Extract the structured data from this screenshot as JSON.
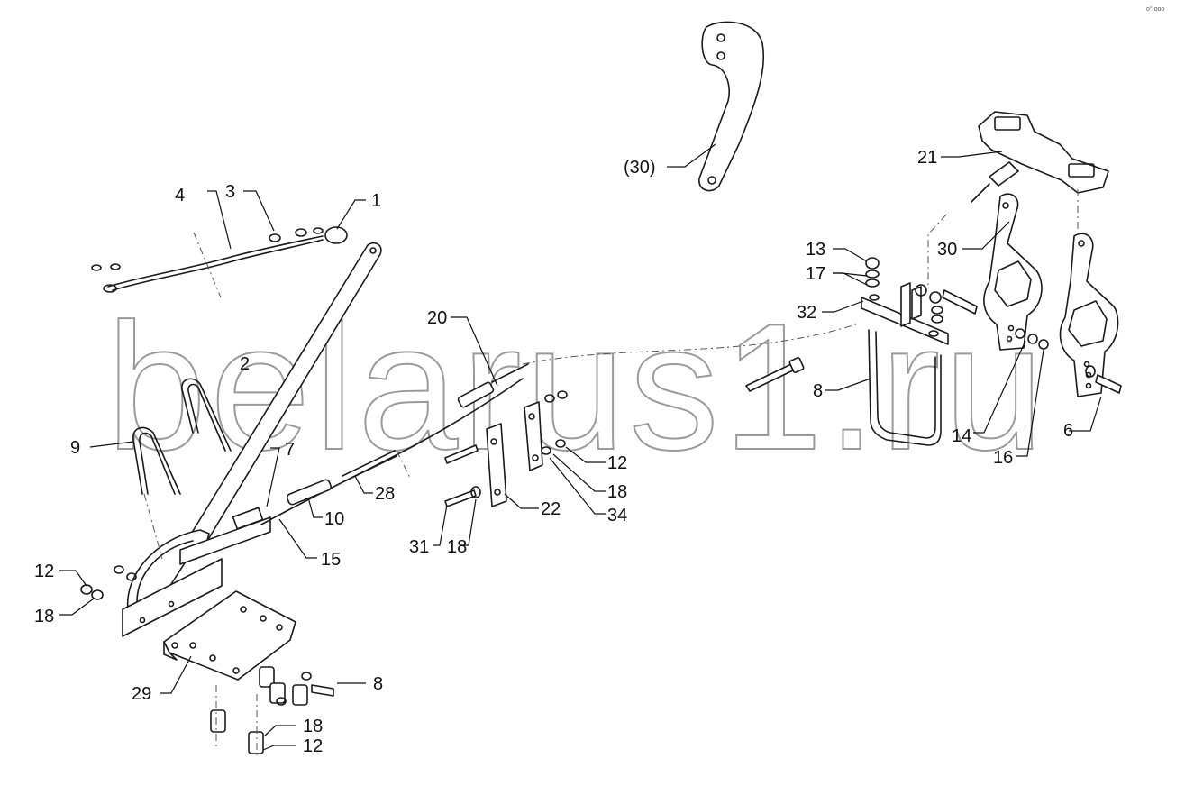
{
  "watermark": "belarus1.ru",
  "corner_mark": "o° ooo",
  "callouts": [
    {
      "id": "c1",
      "label": "1"
    },
    {
      "id": "c2",
      "label": "2"
    },
    {
      "id": "c3",
      "label": "3"
    },
    {
      "id": "c4",
      "label": "4"
    },
    {
      "id": "c6",
      "label": "6"
    },
    {
      "id": "c7",
      "label": "7"
    },
    {
      "id": "c8a",
      "label": "8"
    },
    {
      "id": "c8b",
      "label": "8"
    },
    {
      "id": "c9",
      "label": "9"
    },
    {
      "id": "c10",
      "label": "10"
    },
    {
      "id": "c12a",
      "label": "12"
    },
    {
      "id": "c12b",
      "label": "12"
    },
    {
      "id": "c12c",
      "label": "12"
    },
    {
      "id": "c13",
      "label": "13"
    },
    {
      "id": "c14",
      "label": "14"
    },
    {
      "id": "c15",
      "label": "15"
    },
    {
      "id": "c16",
      "label": "16"
    },
    {
      "id": "c17",
      "label": "17"
    },
    {
      "id": "c18a",
      "label": "18"
    },
    {
      "id": "c18b",
      "label": "18"
    },
    {
      "id": "c18c",
      "label": "18"
    },
    {
      "id": "c18d",
      "label": "18"
    },
    {
      "id": "c20",
      "label": "20"
    },
    {
      "id": "c21",
      "label": "21"
    },
    {
      "id": "c22",
      "label": "22"
    },
    {
      "id": "c28",
      "label": "28"
    },
    {
      "id": "c29",
      "label": "29"
    },
    {
      "id": "c30a",
      "label": "(30)"
    },
    {
      "id": "c30b",
      "label": "30"
    },
    {
      "id": "c31",
      "label": "31"
    },
    {
      "id": "c32",
      "label": "32"
    },
    {
      "id": "c34",
      "label": "34"
    }
  ]
}
